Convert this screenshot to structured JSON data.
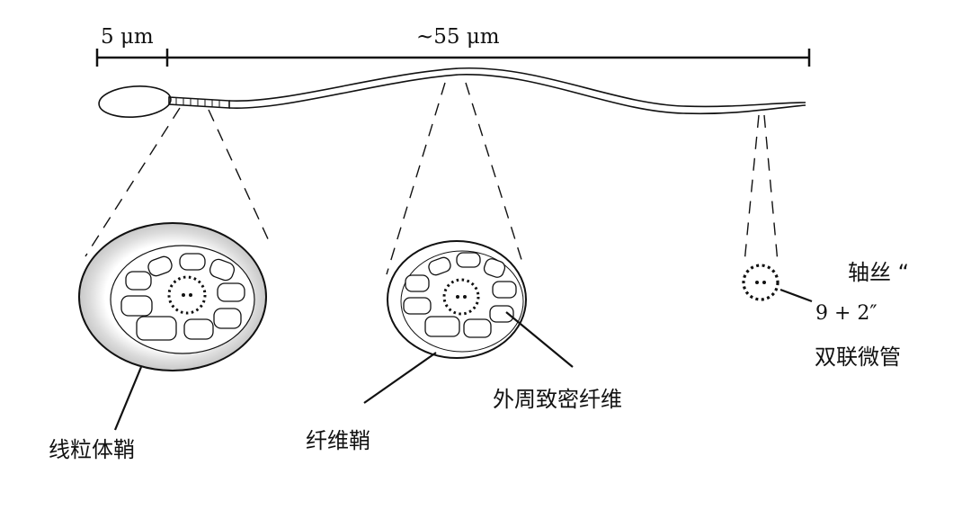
{
  "scale": {
    "head_neck_length": "5 μm",
    "tail_length": "~55 μm"
  },
  "labels": {
    "axoneme_title": "轴丝 “",
    "axoneme_pattern": "9 + 2″",
    "axoneme_subtitle": "双联微管",
    "mitochondrial_sheath": "线粒体鞘",
    "fibrous_sheath": "纤维鞘",
    "outer_dense_fibers": "外周致密纤维"
  },
  "colors": {
    "ink": "#111111",
    "sheath_shade": "#d9d9d9",
    "background": "#ffffff"
  }
}
